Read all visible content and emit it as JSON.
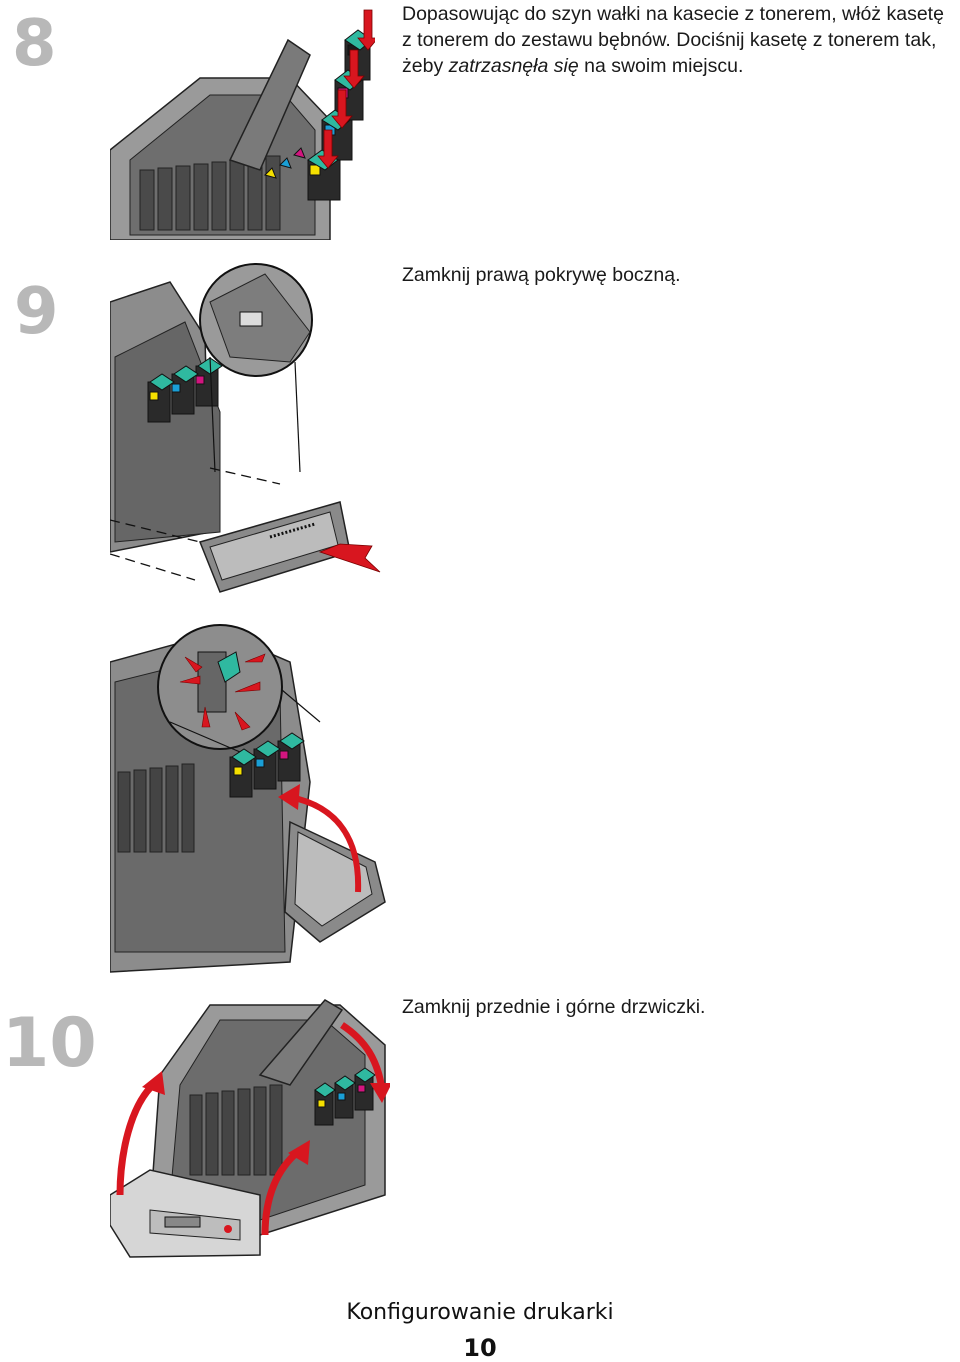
{
  "steps": [
    {
      "number": "8",
      "text_line1": "Dopasowując do szyn wałki na kasecie z tonerem, włóż kasetę",
      "text_line2": "z tonerem do zestawu bębnów. Dociśnij kasetę z tonerem tak,",
      "text_line3_pre": "żeby ",
      "text_line3_em": "zatrzasnęła się",
      "text_line3_post": " na swoim miejscu."
    },
    {
      "number": "9",
      "text": "Zamknij prawą pokrywę boczną."
    },
    {
      "number": "10",
      "text": "Zamknij przednie i górne drzwiczki."
    }
  ],
  "footer": {
    "section_title": "Konfigurowanie drukarki",
    "page_number": "10"
  },
  "colors": {
    "step_number": "#b8b8b8",
    "arrow_red": "#d8161f",
    "toner_cyan": "#1a9fd6",
    "toner_magenta": "#d2157f",
    "toner_yellow": "#f5e000",
    "toner_teal_handle": "#2fb9a0",
    "printer_gray": "#8c8c8c"
  }
}
